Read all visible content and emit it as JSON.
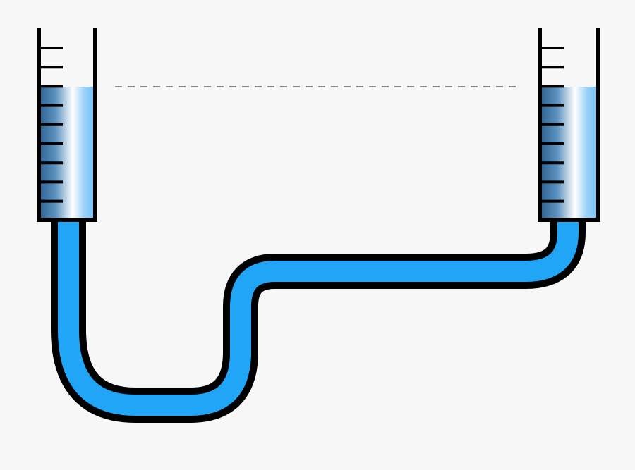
{
  "colors": {
    "background": "#f7f7f7",
    "outline": "#000000",
    "water": "#21a5f7",
    "fill_dark": "#2c5f8d",
    "fill_mid": "#8ec4e8",
    "fill_light": "#ffffff",
    "fill_right": "#6fc0f6",
    "level_line": "#666666"
  },
  "left_tube": {
    "tick_count": 9,
    "fill_level": 0.7
  },
  "right_tube": {
    "tick_count": 9,
    "fill_level": 0.7
  },
  "level_line": {
    "style": "dashed"
  },
  "connector": {
    "shape": "S-bend U-tube"
  }
}
